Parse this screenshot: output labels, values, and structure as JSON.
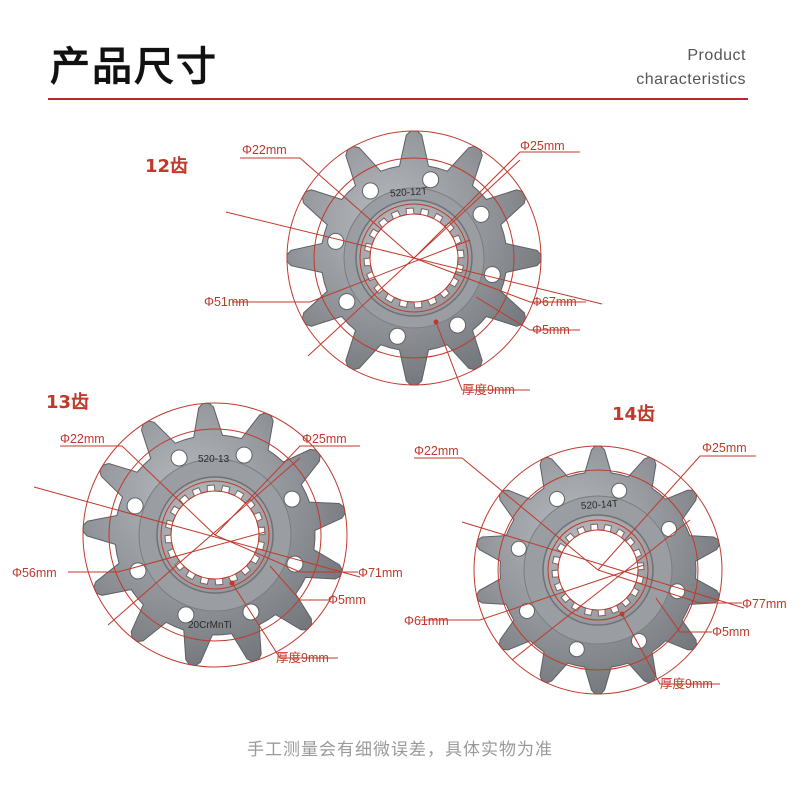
{
  "header": {
    "title": "产品尺寸",
    "subtitle_line1": "Product",
    "subtitle_line2": "characteristics"
  },
  "colors": {
    "accent": "#c0392b",
    "metal": "#8a8d92",
    "text": "#111111"
  },
  "sprockets": [
    {
      "teeth_label": "12齿",
      "stamp": "520-12T",
      "teeth": 12,
      "dims": {
        "inner_top": "Φ22mm",
        "spline": "Φ25mm",
        "bolt_circle": "Φ51mm",
        "outer": "Φ67mm",
        "hole": "Φ5mm",
        "thickness": "厚度9mm"
      }
    },
    {
      "teeth_label": "13齿",
      "stamp": "520-13",
      "stamp2": "20CrMnTi",
      "teeth": 13,
      "dims": {
        "inner_top": "Φ22mm",
        "spline": "Φ25mm",
        "bolt_circle": "Φ56mm",
        "outer": "Φ71mm",
        "hole": "Φ5mm",
        "thickness": "厚度9mm"
      }
    },
    {
      "teeth_label": "14齿",
      "stamp": "520-14T",
      "teeth": 14,
      "dims": {
        "inner_top": "Φ22mm",
        "spline": "Φ25mm",
        "bolt_circle": "Φ61mm",
        "outer": "Φ77mm",
        "hole": "Φ5mm",
        "thickness": "厚度9mm"
      }
    }
  ],
  "footer": {
    "note": "手工测量会有细微误差，具体实物为准"
  }
}
